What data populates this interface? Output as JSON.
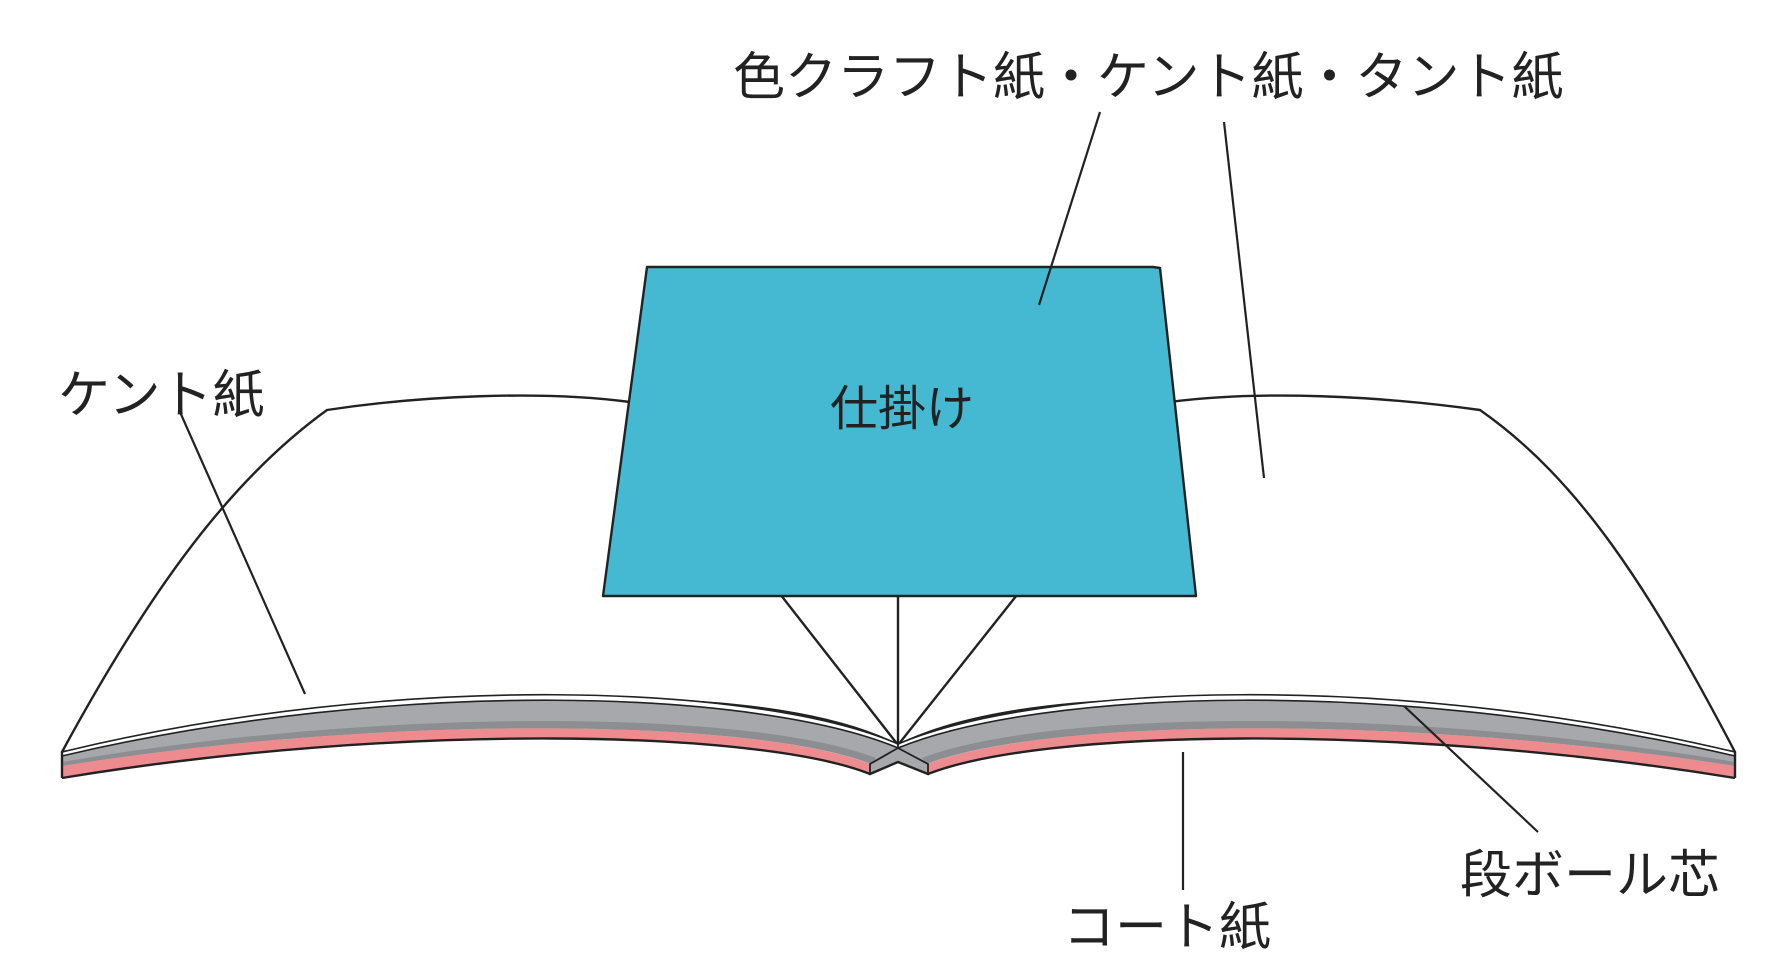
{
  "labels": {
    "top": "色クラフト紙・ケント紙・タント紙",
    "left": "ケント紙",
    "center": "仕掛け",
    "right": "段ボール芯",
    "bottom": "コート紙"
  },
  "colors": {
    "background": "#ffffff",
    "gimmick_panel": "#44b9d1",
    "kent_paper": "#ffffff",
    "corrugated_core": "#a7a8ab",
    "core_band": "#8d8e91",
    "coated_paper": "#ee8b8f",
    "outline": "#222222"
  }
}
